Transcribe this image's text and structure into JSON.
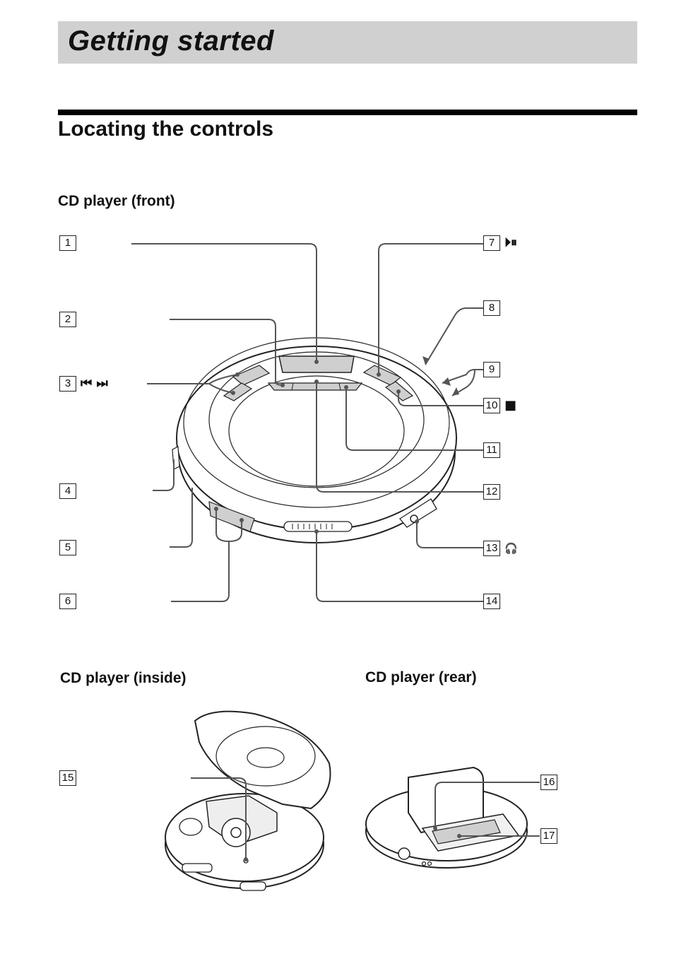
{
  "banner": {
    "title": "Getting started"
  },
  "section": {
    "title": "Locating the controls"
  },
  "subheads": {
    "front": "CD player (front)",
    "inside": "CD player (inside)",
    "rear": "CD player (rear)"
  },
  "callouts": [
    {
      "num": "1",
      "sym": ""
    },
    {
      "num": "2",
      "sym": ""
    },
    {
      "num": "3",
      "sym": "⏮ ⏭"
    },
    {
      "num": "4",
      "sym": ""
    },
    {
      "num": "5",
      "sym": ""
    },
    {
      "num": "6",
      "sym": ""
    },
    {
      "num": "7",
      "sym": "⏵⏸"
    },
    {
      "num": "8",
      "sym": ""
    },
    {
      "num": "9",
      "sym": ""
    },
    {
      "num": "10",
      "sym": "■"
    },
    {
      "num": "11",
      "sym": ""
    },
    {
      "num": "12",
      "sym": ""
    },
    {
      "num": "13",
      "sym": "🎧"
    },
    {
      "num": "14",
      "sym": ""
    },
    {
      "num": "15",
      "sym": ""
    },
    {
      "num": "16",
      "sym": ""
    },
    {
      "num": "17",
      "sym": ""
    }
  ],
  "colors": {
    "banner_bg": "#d0d0d0",
    "line": "#555555",
    "button_fill": "#cfcfcf"
  }
}
